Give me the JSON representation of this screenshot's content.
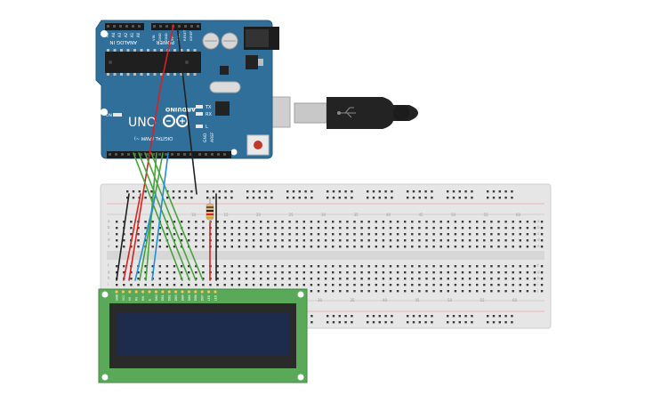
{
  "arduino": {
    "brand": "ARDUINO",
    "model": "UNO",
    "on_label": "ON",
    "analog_in_label": "ANALOG IN",
    "power_label": "POWER",
    "digital_label": "DIGITAL (PWM ~)",
    "tx_label": "TX",
    "rx_label": "RX",
    "l_label": "L",
    "aref_label": "AREF",
    "gnd_label": "GND",
    "analog_pins": [
      "A5",
      "A4",
      "A3",
      "A2",
      "A1",
      "A0"
    ],
    "power_pins": [
      "VIN",
      "GND",
      "GND",
      "5V",
      "3.3V",
      "RESET",
      "IOREF"
    ],
    "board_color": "#2f6f99"
  },
  "usb_cable": {
    "color": "#222222",
    "plug_color": "#c8c8c8"
  },
  "breadboard": {
    "row_letters_top": [
      "a",
      "b",
      "c",
      "d",
      "e"
    ],
    "row_letters_bottom": [
      "f",
      "g",
      "h",
      "i",
      "j"
    ],
    "column_numbers_top": [
      "10",
      "15",
      "20",
      "25",
      "30",
      "35",
      "40",
      "45",
      "50",
      "55",
      "60"
    ],
    "column_numbers_bottom": [
      "30",
      "35",
      "40",
      "45",
      "50",
      "55",
      "60"
    ],
    "color": "#e6e6e6"
  },
  "lcd": {
    "pin_labels": [
      "GND",
      "VCC",
      "V0",
      "RS",
      "RW",
      "E",
      "DB0",
      "DB1",
      "DB2",
      "DB3",
      "DB4",
      "DB5",
      "DB6",
      "DB7",
      "LED",
      "LED"
    ],
    "pcb_color": "#5aa958",
    "screen_color": "#1d2b4d",
    "bezel_color": "#2a2a2a"
  },
  "wire_colors": {
    "red": "#d9221f",
    "black": "#222222",
    "green": "#45a53a",
    "blue": "#1f8fd6"
  }
}
